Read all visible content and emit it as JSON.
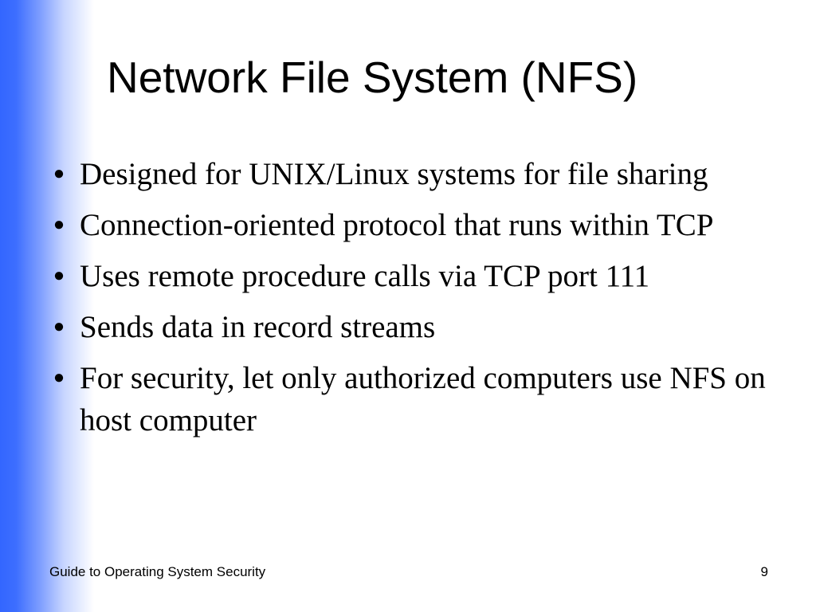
{
  "slide": {
    "title": "Network File System (NFS)",
    "bullets": [
      "Designed for UNIX/Linux systems for file sharing",
      "Connection-oriented protocol that runs within TCP",
      "Uses remote procedure calls via TCP port 111",
      "Sends data in record streams",
      "For security, let only authorized computers use NFS on host computer"
    ],
    "bullet_glyph": "●"
  },
  "footer": {
    "text": "Guide to Operating System Security",
    "page_number": "9"
  },
  "theme": {
    "accent_color": "#3366ff",
    "background_color": "#ffffff",
    "text_color": "#000000"
  }
}
